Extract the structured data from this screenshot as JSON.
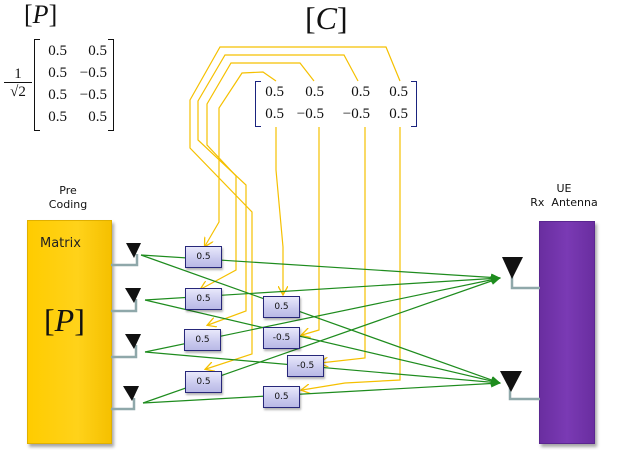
{
  "precoding_matrix": {
    "title": "P",
    "scale_numerator": "1",
    "scale_denominator": "√2",
    "rows": [
      [
        "0.5",
        "0.5"
      ],
      [
        "0.5",
        "−0.5"
      ],
      [
        "0.5",
        "−0.5"
      ],
      [
        "0.5",
        "0.5"
      ]
    ]
  },
  "channel_matrix": {
    "title": "C",
    "rows": [
      [
        "0.5",
        "0.5",
        "0.5",
        "0.5"
      ],
      [
        "0.5",
        "−0.5",
        "−0.5",
        "0.5"
      ]
    ]
  },
  "precoding_block": {
    "label_line1": "Pre",
    "label_line2": "Coding",
    "title": "Matrix",
    "symbol": "P",
    "color": "#ffcc00",
    "antenna_count": 4
  },
  "ue_block": {
    "label_line1": "UE",
    "label_line2": "Rx  Antenna",
    "color": "#7030a0",
    "antenna_count": 2
  },
  "coefficients": {
    "col1": [
      "0.5",
      "0.5",
      "0.5",
      "0.5"
    ],
    "col2": [
      "0.5",
      "-0.5",
      "-0.5",
      "0.5"
    ]
  },
  "colors": {
    "signal_path": "#1e8c1e",
    "mapping_arrow": "#f5c000",
    "coef_border": "#27277a",
    "antenna_feed": "#8fa8aa"
  }
}
